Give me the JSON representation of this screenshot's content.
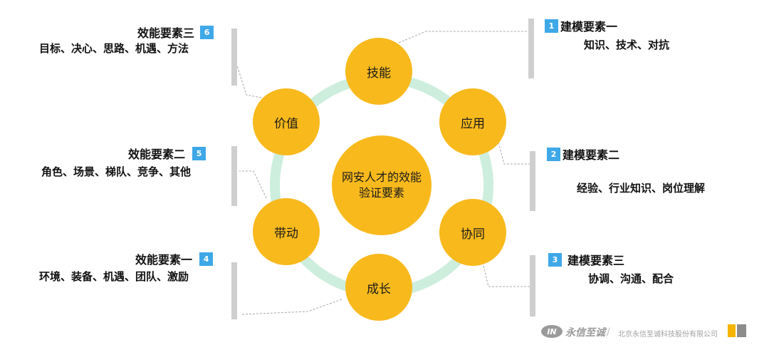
{
  "center": {
    "label": "网安人才的效能验证要素"
  },
  "nodes": {
    "skill": "技能",
    "apply": "应用",
    "coop": "协同",
    "grow": "成长",
    "drive": "带动",
    "value": "价值"
  },
  "modeling": [
    {
      "num": "1",
      "title": "建模要素一",
      "detail": "知识、技术、对抗"
    },
    {
      "num": "2",
      "title": "建模要素二",
      "detail": "经验、行业知识、岗位理解"
    },
    {
      "num": "3",
      "title": "建模要素三",
      "detail": "协调、沟通、配合"
    }
  ],
  "effect": [
    {
      "num": "6",
      "title": "效能要素三",
      "detail": "目标、决心、思路、机遇、方法"
    },
    {
      "num": "5",
      "title": "效能要素二",
      "detail": "角色、场景、梯队、竞争、其他"
    },
    {
      "num": "4",
      "title": "效能要素一",
      "detail": "环境、装备、机遇、团队、激励"
    }
  ],
  "footer": {
    "logo_text": "IN",
    "brand": "永信至诚",
    "company": "北京永信至诚科技股份有限公司"
  },
  "colors": {
    "node_fill": "#f8b91c",
    "ring": "#cdeedd",
    "badge": "#3fa8e8",
    "bar": "#cfcfcf"
  }
}
